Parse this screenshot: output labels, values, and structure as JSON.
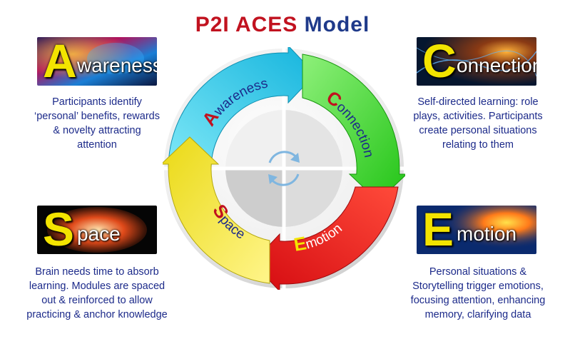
{
  "title": {
    "part1": "P2I ACES",
    "part2": "Model"
  },
  "colors": {
    "title_red": "#c1121f",
    "title_blue": "#1f3a8a",
    "text_blue": "#1c2a8a",
    "letter_yellow": "#f3e400",
    "awareness_arrow": "#29c7e6",
    "connection_arrow": "#35d327",
    "emotion_arrow": "#e8141a",
    "space_arrow": "#f2ea1c"
  },
  "banners": {
    "awareness": {
      "letter": "A",
      "rest": "wareness"
    },
    "connection": {
      "letter": "C",
      "rest": "onnection"
    },
    "space": {
      "letter": "S",
      "rest": "pace"
    },
    "emotion": {
      "letter": "E",
      "rest": "motion"
    }
  },
  "descriptions": {
    "awareness": [
      "Participants identify",
      "‘personal’ benefits, rewards",
      "& novelty attracting",
      "attention"
    ],
    "connection": [
      "Self-directed learning: role",
      "plays, activities. Participants",
      "create personal situations",
      "relating to them"
    ],
    "space": [
      "Brain needs time to absorb",
      "learning. Modules are spaced",
      "out & reinforced to allow",
      "practicing & anchor knowledge"
    ],
    "emotion": [
      "Personal situations  &",
      "Storytelling trigger emotions,",
      "focusing attention, enhancing",
      "memory, clarifying data"
    ]
  },
  "arrows": {
    "awareness": {
      "letter": "A",
      "rest": "wareness"
    },
    "connection": {
      "letter": "C",
      "rest": "onnection"
    },
    "emotion": {
      "letter": "E",
      "rest": "motion"
    },
    "space": {
      "letter": "S",
      "rest": "pace"
    }
  },
  "icons": {
    "center": "refresh-cycle-icon"
  }
}
